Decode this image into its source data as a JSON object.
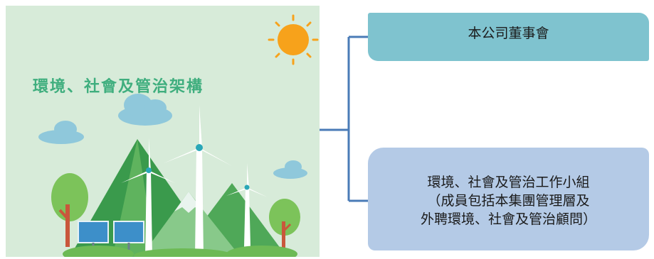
{
  "panel": {
    "title": "環境、社會及管治架構",
    "colors": {
      "background": "#d7ebd9",
      "title": "#3fae7e",
      "sun": "#f7a21b",
      "cloud": "#8fc8db",
      "mountain_dark": "#3a9a4c",
      "mountain_mid": "#5fb35e",
      "mountain_light": "#88c98a",
      "snow": "#e9f4ee",
      "turbine": "#ffffff",
      "turbine_hub": "#2aa7b7",
      "solar_panel": "#3d8fc9",
      "tree": "#7cc35a",
      "trunk": "#c9573b"
    }
  },
  "connector": {
    "color": "#4a7bb7"
  },
  "boxes": {
    "board": {
      "label": "本公司董事會",
      "color": "#7fc3cf"
    },
    "working_group": {
      "line1": "環境、社會及管治工作小組",
      "line2": "（成員包括本集團管理層及",
      "line3": "外聘環境、社會及管治顧問）",
      "color": "#b4cae6"
    }
  }
}
